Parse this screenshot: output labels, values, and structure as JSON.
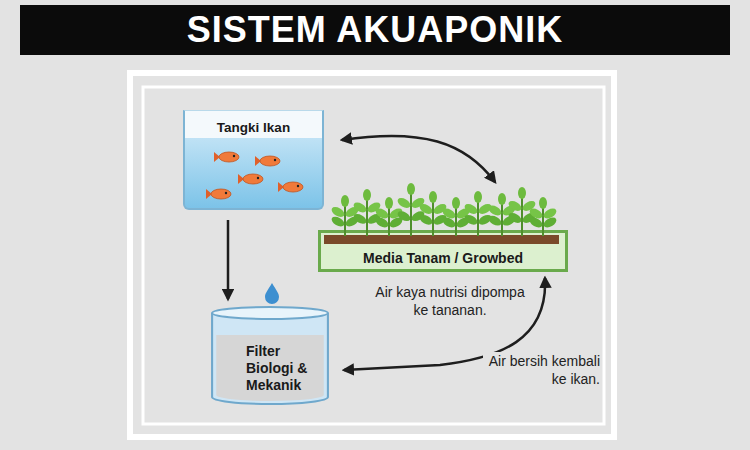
{
  "diagram": {
    "title": "SISTEM AKUAPONIK",
    "nodes": [
      {
        "text": [
          "Tangki Ikan"
        ]
      },
      {
        "text": [
          "Media Tanam / Growbed"
        ]
      },
      {
        "text": [
          "Filter Biologi & Mekanik"
        ]
      }
    ],
    "edges": [
      {
        "from": 0,
        "to": 1,
        "arrow": "both"
      },
      {
        "from": 0,
        "to": 2,
        "arrow": "to"
      },
      {
        "from": 1,
        "to": 2,
        "arrow": "both"
      }
    ],
    "labels": [
      "Air kaya nutrisi dipompa ke tananan.",
      "Air bersih kembali ke ikan."
    ]
  }
}
